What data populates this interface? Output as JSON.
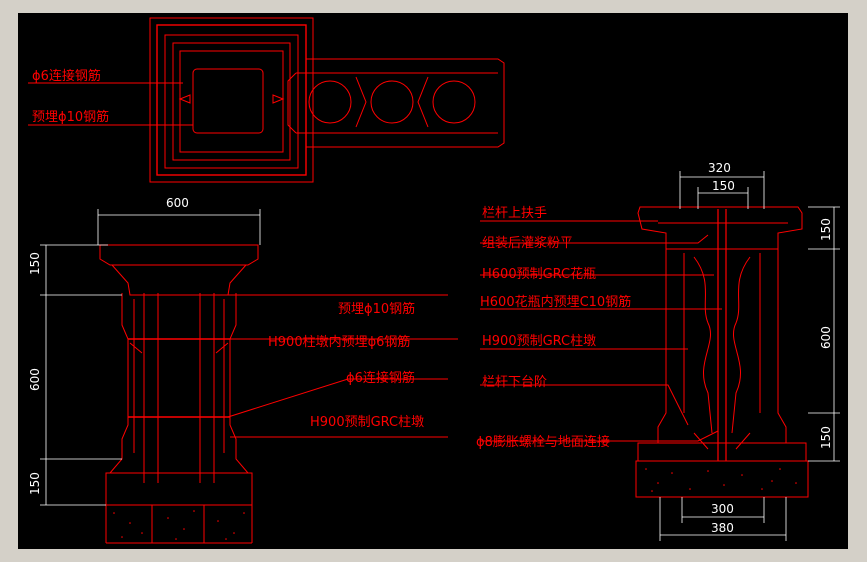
{
  "plan_labels": {
    "connect_rebar": "ϕ6连接钢筋",
    "embedded_rebar": "预埋ϕ10钢筋"
  },
  "left_elevation": {
    "dim_top": "600",
    "dim_top_section": "150",
    "dim_middle": "600",
    "dim_bottom_section": "150",
    "labels": [
      "预埋ϕ10钢筋",
      "H900柱墩内预埋ϕ6钢筋",
      "ϕ6连接钢筋",
      "H900预制GRC柱墩"
    ]
  },
  "right_elevation": {
    "dim_top_outer": "320",
    "dim_top_inner": "150",
    "dim_right_top": "150",
    "dim_right_middle": "600",
    "dim_right_bottom": "150",
    "dim_bottom_inner": "300",
    "dim_bottom_outer": "380",
    "labels": [
      "栏杆上扶手",
      "组装后灌浆粉平",
      "H600预制GRC花瓶",
      "H600花瓶内预埋C10钢筋",
      "H900预制GRC柱墩",
      "栏杆下台阶",
      "ϕ8膨胀螺栓与地面连接"
    ]
  },
  "colors": {
    "background": "#000000",
    "line": "#ff0000",
    "dimension": "#ffffff",
    "frame": "#d4d0c8"
  }
}
